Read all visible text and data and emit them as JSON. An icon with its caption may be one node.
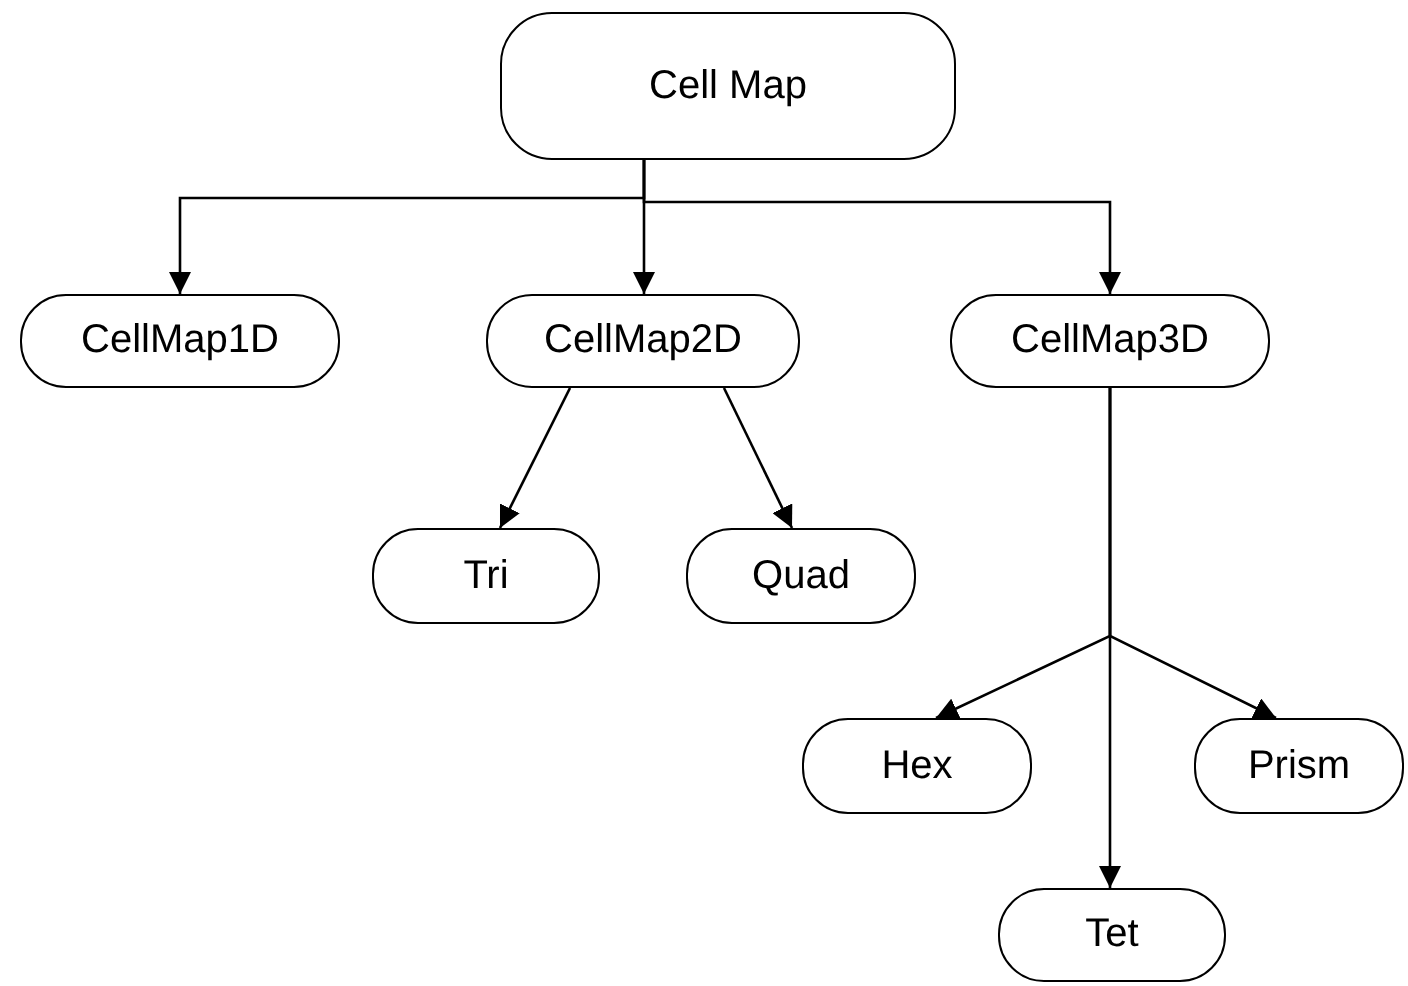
{
  "diagram": {
    "nodes": [
      {
        "text": [
          "Cell Map"
        ]
      },
      {
        "text": [
          "CellMap1D"
        ]
      },
      {
        "text": [
          "CellMap2D"
        ]
      },
      {
        "text": [
          "CellMap3D"
        ]
      },
      {
        "text": [
          "Tri"
        ]
      },
      {
        "text": [
          "Quad"
        ]
      },
      {
        "text": [
          "Hex"
        ]
      },
      {
        "text": [
          "Prism"
        ]
      },
      {
        "text": [
          "Tet"
        ]
      }
    ],
    "edges": [
      {
        "from": 0,
        "to": 1,
        "arrow": "to"
      },
      {
        "from": 0,
        "to": 2,
        "arrow": "to"
      },
      {
        "from": 0,
        "to": 3,
        "arrow": "to"
      },
      {
        "from": 2,
        "to": 4,
        "arrow": "to"
      },
      {
        "from": 2,
        "to": 5,
        "arrow": "to"
      },
      {
        "from": 3,
        "to": 6,
        "arrow": "to"
      },
      {
        "from": 3,
        "to": 7,
        "arrow": "to"
      },
      {
        "from": 3,
        "to": 8,
        "arrow": "to"
      }
    ]
  }
}
